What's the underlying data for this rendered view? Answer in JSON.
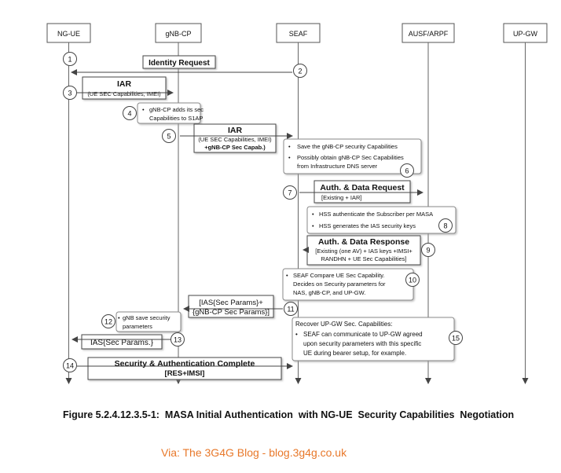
{
  "entities": [
    "NG-UE",
    "gNB-CP",
    "SEAF",
    "AUSF/ARPF",
    "UP-GW"
  ],
  "steps": [
    "1",
    "2",
    "3",
    "4",
    "5",
    "6",
    "7",
    "8",
    "9",
    "10",
    "11",
    "12",
    "13",
    "14",
    "15"
  ],
  "messages": {
    "identity_request": "Identity Request",
    "iar1_title": "IAR",
    "iar1_params": "(UE SEC Capabilities, IMEI)",
    "iar2_title": "IAR",
    "iar2_line1": "(UE SEC Capabilities, IMEI)",
    "iar2_line2": "+gNB-CP Sec Capab.)",
    "auth_req_title": "Auth. & Data Request",
    "auth_req_params": "[Existing + IAR]",
    "auth_resp_title": "Auth. & Data Response",
    "auth_resp_line1": "[Existing (one AV) + IAS keys +IMSI+",
    "auth_resp_line2": "RANDHN + UE Sec Capabilities]",
    "ias_params_line1": "[IAS{Sec Params}+",
    "ias_params_line2": "{gNB-CP Sec Params}]",
    "ias_sec_params": "IAS{Sec Params.}",
    "complete_title": "Security & Authentication Complete",
    "complete_params": "[RES+IMSI]"
  },
  "notes": {
    "gnb_adds_line1": "gNB-CP adds its sec",
    "gnb_adds_line2": "Capabilities to S1AP",
    "seaf_save_1": "Save the gNB-CP security Capabilities",
    "seaf_save_2": "Possibly obtain gNB-CP Sec Capabilities",
    "seaf_save_3": "from Infrastructure DNS server",
    "hss_1": "HSS authenticate the Subscriber per MASA",
    "hss_2": "HSS generates the IAS security keys",
    "seaf_cmp_1": "SEAF Compare UE Sec Capability.",
    "seaf_cmp_2": "Decides on Security parameters for",
    "seaf_cmp_3": "NAS, gNB-CP, and UP-GW.",
    "gnb_save_1": "gNB save security",
    "gnb_save_2": "parameters",
    "recover_title": "Recover UP-GW Sec. Capabilities:",
    "recover_1": "SEAF can communicate to UP-GW agreed",
    "recover_2": "upon security parameters with this specific",
    "recover_3": "UE during bearer setup, for example."
  },
  "caption": "Figure 5.2.4.12.3.5-1:  MASA Initial Authentication  with NG-UE  Security Capabilities  Negotiation",
  "footer": "Via: The 3G4G Blog - blog.3g4g.co.uk",
  "colors": {
    "footer": "#e8782a",
    "line": "#555555",
    "box_border": "#444444"
  }
}
